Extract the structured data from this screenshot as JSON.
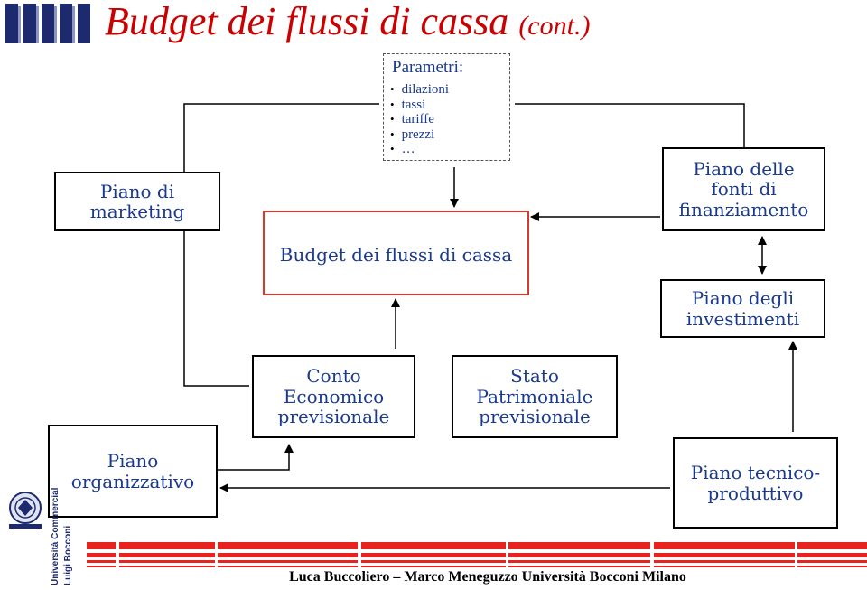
{
  "header": {
    "title": "Budget dei flussi di cassa",
    "title_suffix": "(cont.)"
  },
  "colors": {
    "title": "#cc0000",
    "box_text": "#1a3a8f",
    "budget_border": "#e0352a",
    "red_band": "#e8231f"
  },
  "nodes": {
    "marketing": "Piano di marketing",
    "organizzativo": "Piano organizzativo",
    "budget": "Budget dei flussi di cassa",
    "fonti": "Piano delle fonti di finanziamento",
    "investimenti": "Piano degli investimenti",
    "conto_economico": "Conto Economico previsionale",
    "stato_patrimoniale": "Stato Patrimoniale previsionale",
    "tecnico_produttivo": "Piano tecnico-produttivo"
  },
  "parametri": {
    "heading": "Parametri:",
    "items": [
      "dilazioni",
      "tassi",
      "tariffe",
      "prezzi",
      "…"
    ]
  },
  "logo": {
    "text_line1": "Università Commerciale",
    "text_line2": "Luigi Bocconi"
  },
  "footer": {
    "credits": "Luca Buccoliero – Marco Meneguzzo Università Bocconi Milano"
  }
}
